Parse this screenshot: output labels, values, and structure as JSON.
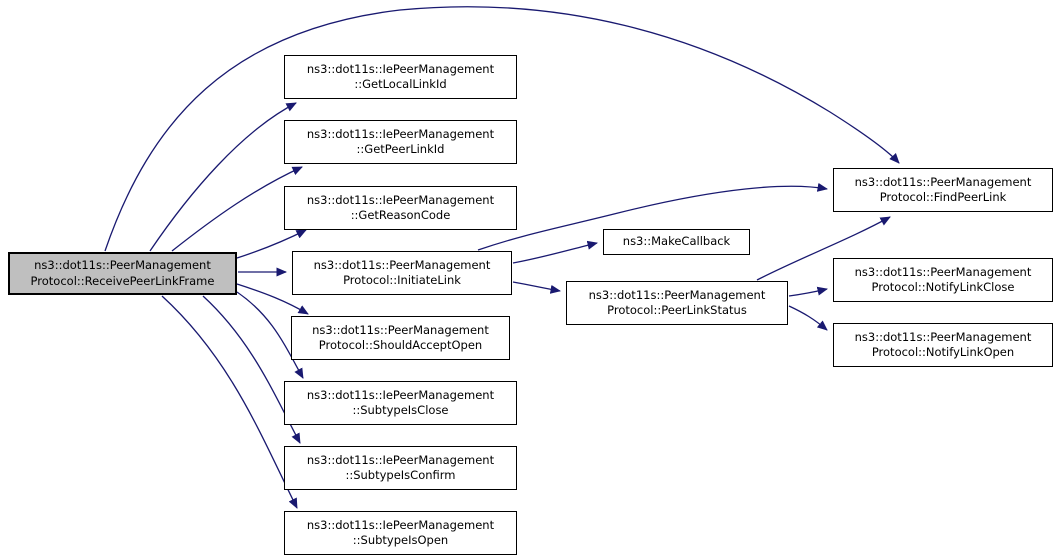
{
  "diagram": {
    "kind": "doxygen-call-graph",
    "colors": {
      "background": "#ffffff",
      "edge": "#191970",
      "node_fill": "#ffffff",
      "node_border": "#000000",
      "highlight_fill": "#bfbfbf",
      "text": "#000000"
    },
    "nodes": {
      "receive_peer_link_frame": {
        "line1": "ns3::dot11s::PeerManagement",
        "line2": "Protocol::ReceivePeerLinkFrame",
        "highlighted": true
      },
      "get_local_link_id": {
        "line1": "ns3::dot11s::IePeerManagement",
        "line2": "::GetLocalLinkId"
      },
      "get_peer_link_id": {
        "line1": "ns3::dot11s::IePeerManagement",
        "line2": "::GetPeerLinkId"
      },
      "get_reason_code": {
        "line1": "ns3::dot11s::IePeerManagement",
        "line2": "::GetReasonCode"
      },
      "initiate_link": {
        "line1": "ns3::dot11s::PeerManagement",
        "line2": "Protocol::InitiateLink"
      },
      "should_accept_open": {
        "line1": "ns3::dot11s::PeerManagement",
        "line2": "Protocol::ShouldAcceptOpen"
      },
      "subtype_is_close": {
        "line1": "ns3::dot11s::IePeerManagement",
        "line2": "::SubtypeIsClose"
      },
      "subtype_is_confirm": {
        "line1": "ns3::dot11s::IePeerManagement",
        "line2": "::SubtypeIsConfirm"
      },
      "subtype_is_open": {
        "line1": "ns3::dot11s::IePeerManagement",
        "line2": "::SubtypeIsOpen"
      },
      "make_callback": {
        "line1": "ns3::MakeCallback"
      },
      "peer_link_status": {
        "line1": "ns3::dot11s::PeerManagement",
        "line2": "Protocol::PeerLinkStatus"
      },
      "find_peer_link": {
        "line1": "ns3::dot11s::PeerManagement",
        "line2": "Protocol::FindPeerLink"
      },
      "notify_link_close": {
        "line1": "ns3::dot11s::PeerManagement",
        "line2": "Protocol::NotifyLinkClose"
      },
      "notify_link_open": {
        "line1": "ns3::dot11s::PeerManagement",
        "line2": "Protocol::NotifyLinkOpen"
      }
    },
    "edges": [
      {
        "from": "receive_peer_link_frame",
        "to": "find_peer_link"
      },
      {
        "from": "receive_peer_link_frame",
        "to": "get_local_link_id"
      },
      {
        "from": "receive_peer_link_frame",
        "to": "get_peer_link_id"
      },
      {
        "from": "receive_peer_link_frame",
        "to": "get_reason_code"
      },
      {
        "from": "receive_peer_link_frame",
        "to": "initiate_link"
      },
      {
        "from": "receive_peer_link_frame",
        "to": "should_accept_open"
      },
      {
        "from": "receive_peer_link_frame",
        "to": "subtype_is_close"
      },
      {
        "from": "receive_peer_link_frame",
        "to": "subtype_is_confirm"
      },
      {
        "from": "receive_peer_link_frame",
        "to": "subtype_is_open"
      },
      {
        "from": "initiate_link",
        "to": "find_peer_link"
      },
      {
        "from": "initiate_link",
        "to": "make_callback"
      },
      {
        "from": "initiate_link",
        "to": "peer_link_status"
      },
      {
        "from": "peer_link_status",
        "to": "find_peer_link"
      },
      {
        "from": "peer_link_status",
        "to": "notify_link_close"
      },
      {
        "from": "peer_link_status",
        "to": "notify_link_open"
      }
    ]
  }
}
